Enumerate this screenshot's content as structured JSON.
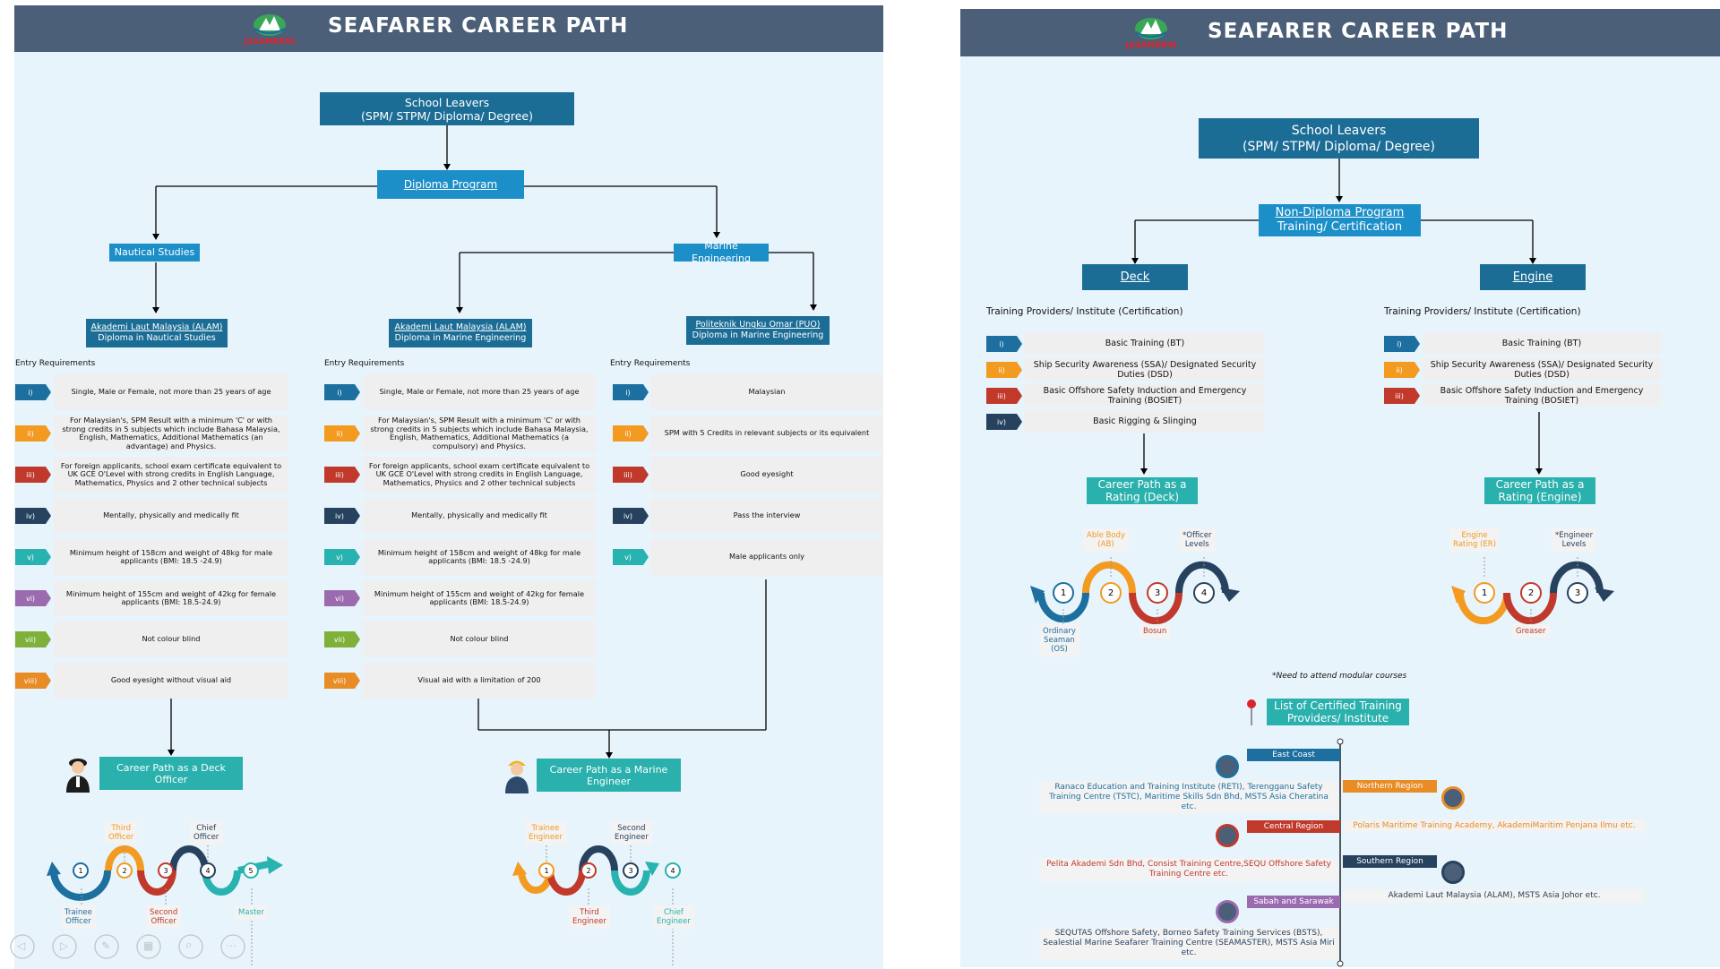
{
  "left": {
    "title": "SEAFARER CAREER PATH",
    "logo_text": "JASAMERIN",
    "root": {
      "line1": "School Leavers",
      "line2": "(SPM/ STPM/ Diploma/ Degree)"
    },
    "program": "Diploma Program",
    "branches": {
      "nautical": "Nautical Studies",
      "marine": "Marine Engineering"
    },
    "institutes": [
      {
        "name": "Akademi Laut Malaysia (ALAM)",
        "sub": "Diploma in Nautical Studies"
      },
      {
        "name": "Akademi Laut Malaysia (ALAM)",
        "sub": "Diploma in Marine Engineering"
      },
      {
        "name": "Politeknik Ungku Omar (PUO)",
        "sub": "Diploma in Marine Engineering"
      }
    ],
    "entry_header": "Entry Requirements",
    "columns": [
      [
        "Single, Male or Female, not more than 25 years of age",
        "For Malaysian's, SPM Result with a minimum 'C' or with strong credits in 5 subjects which include Bahasa Malaysia, English, Mathematics, Additional Mathematics (an advantage) and Physics.",
        "For foreign applicants, school exam certificate equivalent to UK GCE O'Level with strong credits in English Language, Mathematics, Physics and 2 other technical subjects",
        "Mentally, physically and medically fit",
        "Minimum height of 158cm and weight of 48kg for male applicants (BMI: 18.5 -24.9)",
        "Minimum height of 155cm and weight of 42kg for female applicants (BMI: 18.5-24.9)",
        "Not colour blind",
        "Good eyesight without visual aid"
      ],
      [
        "Single, Male or Female, not more than 25 years of age",
        "For Malaysian's, SPM Result with a minimum 'C' or with strong credits in 5 subjects which include Bahasa Malaysia, English, Mathematics, Additional Mathematics (a compulsory) and Physics.",
        "For foreign applicants, school exam certificate equivalent to UK GCE O'Level with strong credits in English Language, Mathematics, Physics and 2 other technical subjects",
        "Mentally, physically and medically fit",
        "Minimum height of 158cm and weight of 48kg for male applicants (BMI: 18.5 -24.9)",
        "Minimum height of 155cm and weight of 42kg for female applicants (BMI: 18.5-24.9)",
        "Not colour blind",
        "Visual aid with a limitation of 200"
      ],
      [
        "Malaysian",
        "SPM with 5 Credits in relevant subjects or its equivalent",
        "Good eyesight",
        "Pass the interview",
        "Male applicants only"
      ]
    ],
    "numerals": [
      "i)",
      "ii)",
      "iii)",
      "iv)",
      "v)",
      "vi)",
      "vii)",
      "viii)"
    ],
    "career_deck": {
      "line1": "Career Path as a Deck",
      "line2": "Officer"
    },
    "career_marine": {
      "line1": "Career Path as a Marine",
      "line2": "Engineer"
    },
    "deck_steps": {
      "nums": [
        "1",
        "2",
        "3",
        "4",
        "5"
      ],
      "top": [
        {
          "l1": "Third",
          "l2": "Officer"
        },
        {
          "l1": "Chief",
          "l2": "Officer"
        }
      ],
      "bottom": [
        {
          "l1": "Trainee",
          "l2": "Officer"
        },
        {
          "l1": "Second",
          "l2": "Officer"
        },
        {
          "l1": "Master",
          "l2": ""
        }
      ]
    },
    "eng_steps": {
      "nums": [
        "1",
        "2",
        "3",
        "4"
      ],
      "top": [
        {
          "l1": "Trainee",
          "l2": "Engineer"
        },
        {
          "l1": "Second",
          "l2": "Engineer"
        }
      ],
      "bottom": [
        {
          "l1": "Third",
          "l2": "Engineer"
        },
        {
          "l1": "Chief",
          "l2": "Engineer"
        }
      ]
    }
  },
  "right": {
    "title": "SEAFARER CAREER PATH",
    "logo_text": "JASAMERIN",
    "root": {
      "line1": "School Leavers",
      "line2": "(SPM/ STPM/ Diploma/ Degree)"
    },
    "program": {
      "line1": "Non-Diploma Program",
      "line2": "Training/ Certification"
    },
    "deck": "Deck",
    "engine": "Engine",
    "providers_header": "Training Providers/ Institute (Certification)",
    "deck_trainings": [
      "Basic Training (BT)",
      "Ship Security Awareness (SSA)/ Designated Security Duties (DSD)",
      "Basic Offshore Safety Induction and Emergency Training (BOSIET)",
      "Basic Rigging & Slinging"
    ],
    "engine_trainings": [
      "Basic Training (BT)",
      "Ship Security Awareness (SSA)/ Designated Security Duties (DSD)",
      "Basic Offshore Safety Induction and Emergency Training (BOSIET)"
    ],
    "numerals": [
      "i)",
      "ii)",
      "iii)",
      "iv)"
    ],
    "career_deck": {
      "line1": "Career Path as a",
      "line2": "Rating (Deck)"
    },
    "career_engine": {
      "line1": "Career Path as a",
      "line2": "Rating (Engine)"
    },
    "deck_steps": {
      "nums": [
        "1",
        "2",
        "3",
        "4"
      ],
      "top": [
        {
          "l1": "Able Body",
          "l2": "(AB)"
        },
        {
          "l1": "*Officer",
          "l2": "Levels"
        }
      ],
      "bottom": [
        {
          "l1": "Ordinary",
          "l2": "Seaman",
          "l3": "(OS)"
        },
        {
          "l1": "Bosun",
          "l2": "",
          "l3": ""
        }
      ]
    },
    "engine_steps": {
      "nums": [
        "1",
        "2",
        "3"
      ],
      "top": [
        {
          "l1": "Engine",
          "l2": "Rating (ER)"
        },
        {
          "l1": "*Engineer",
          "l2": "Levels"
        }
      ],
      "bottom": [
        {
          "l1": "Greaser",
          "l2": ""
        }
      ]
    },
    "modular_note": "*Need to attend modular courses",
    "list_title": {
      "line1": "List of Certified Training",
      "line2": "Providers/ Institute"
    },
    "regions": [
      {
        "name": "East Coast",
        "providers": "Ranaco Education and Training Institute (RETI), Terengganu Safety Training Centre (TSTC), Maritime Skills Sdn Bhd, MSTS Asia Cheratina etc."
      },
      {
        "name": "Northern Region",
        "providers": "Polaris Maritime Training Academy, AkademiMaritim Penjana Ilmu etc."
      },
      {
        "name": "Central Region",
        "providers": "Pelita Akademi Sdn Bhd, Consist Training Centre,SEQU Offshore Safety Training Centre etc."
      },
      {
        "name": "Southern Region",
        "providers": "Akademi Laut Malaysia (ALAM), MSTS Asia Johor etc."
      },
      {
        "name": "Sabah and Sarawak",
        "providers": "SEQUTAS Offshore Safety, Borneo Safety Training Services (BSTS), Sealestial Marine Seafarer Training Centre (SEAMASTER), MSTS Asia Miri etc."
      }
    ]
  },
  "colors": {
    "blue": "#1c6f9a",
    "teal": "#2bb3ad",
    "light_blue": "#1c8fc9",
    "numerals": [
      "#1d6fa0",
      "#f39a21",
      "#c0392b",
      "#26425e",
      "#28b3b0",
      "#9b6bb0",
      "#7fb13a",
      "#e88c25"
    ]
  }
}
